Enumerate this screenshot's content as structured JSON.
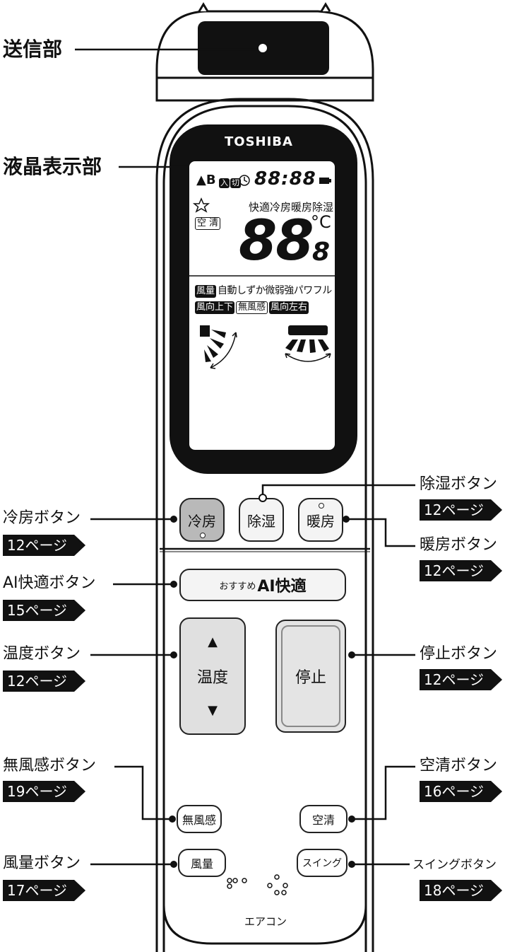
{
  "transmitter": {
    "label": "送信部"
  },
  "display": {
    "label": "液晶表示部"
  },
  "remote": {
    "brand": "TOSHIBA",
    "bottom_label": "エアコン",
    "buttons": {
      "cool": "冷房",
      "dry": "除湿",
      "heat": "暖房",
      "ai_prefix": "おすすめ",
      "ai_main": "AI快適",
      "temp": "温度",
      "stop": "停止",
      "no_wind": "無風感",
      "air_clean": "空清",
      "fan": "風量",
      "swing": "スイング"
    }
  },
  "lcd": {
    "time": "88:88",
    "modes": "快適冷房暖房除湿",
    "air_clean": "空 清",
    "temp_main": "88",
    "temp_dec": "8",
    "unit": "°C",
    "fan_tag": "風量",
    "fan_levels": "自動しずか微弱強パワフル",
    "vane_v": "風向上下",
    "no_wind": "無風感",
    "vane_h": "風向左右",
    "timer_on": "入",
    "timer_off": "切"
  },
  "callouts": {
    "cool": {
      "label": "冷房ボタン",
      "page": "12ページ"
    },
    "dry": {
      "label": "除湿ボタン",
      "page": "12ページ"
    },
    "heat": {
      "label": "暖房ボタン",
      "page": "12ページ"
    },
    "ai": {
      "label": "AI快適ボタン",
      "page": "15ページ"
    },
    "temp": {
      "label": "温度ボタン",
      "page": "12ページ"
    },
    "stop": {
      "label": "停止ボタン",
      "page": "12ページ"
    },
    "no_wind": {
      "label": "無風感ボタン",
      "page": "19ページ"
    },
    "air_clean": {
      "label": "空清ボタン",
      "page": "16ページ"
    },
    "fan": {
      "label": "風量ボタン",
      "page": "17ページ"
    },
    "swing": {
      "label": "スイングボタン",
      "page": "18ページ"
    }
  }
}
